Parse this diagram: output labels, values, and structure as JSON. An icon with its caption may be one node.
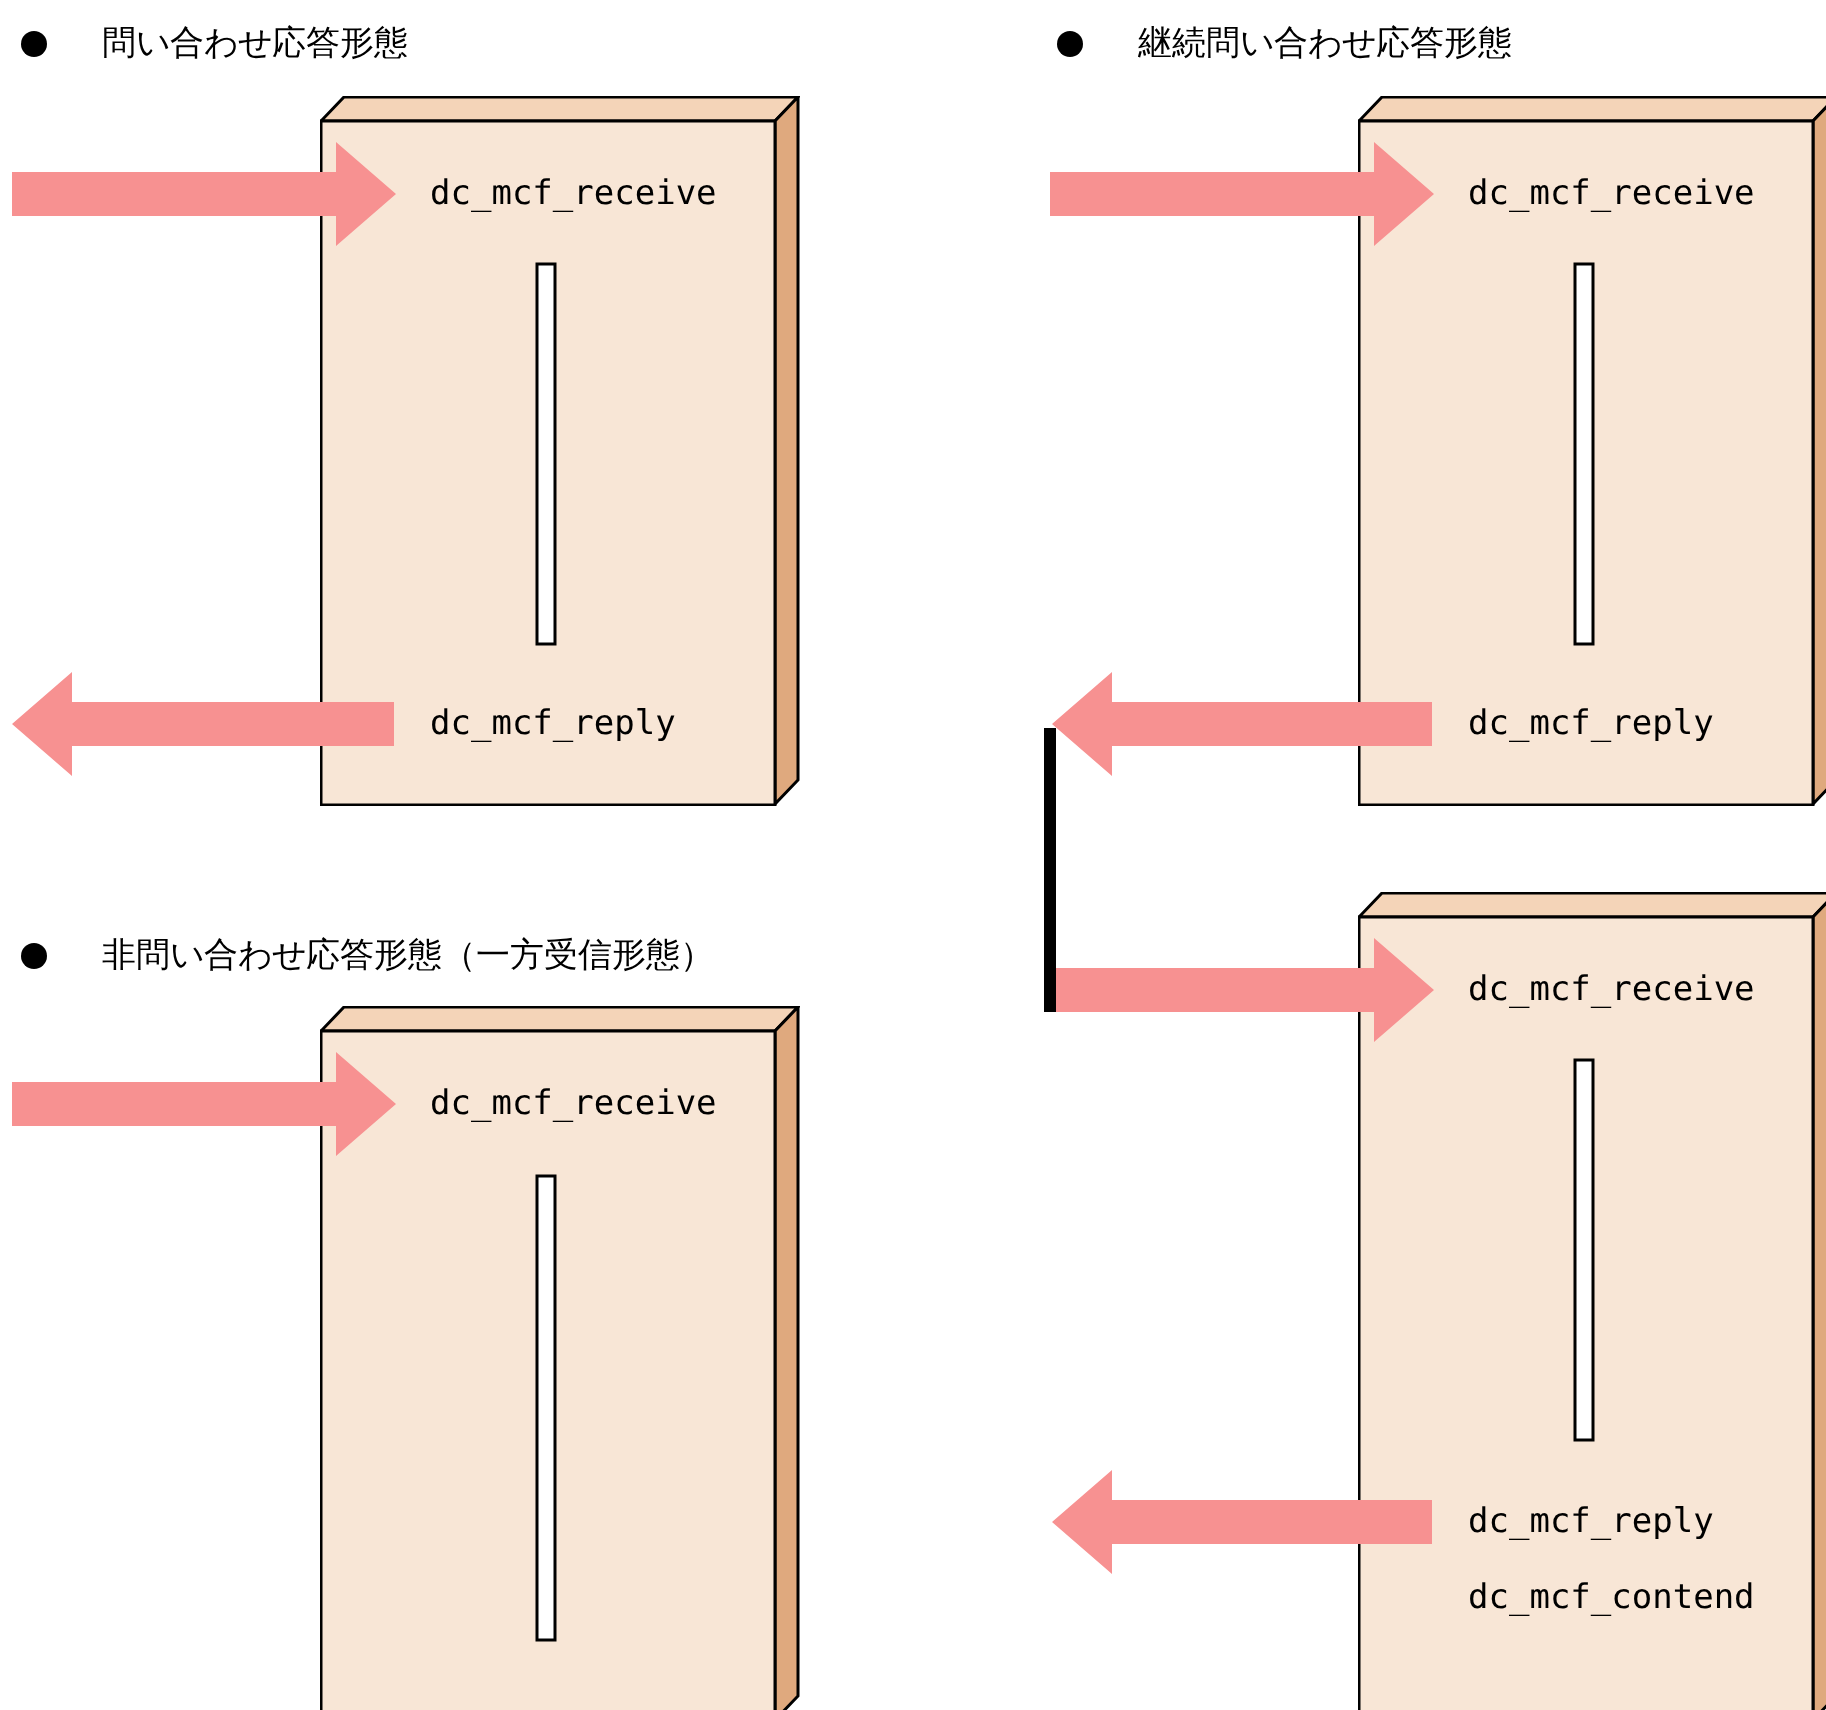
{
  "diagram": {
    "nodes": [
      {
        "text": [
          "dc_mcf_receive",
          "dc_mcf_reply"
        ]
      },
      {
        "text": [
          "dc_mcf_receive"
        ]
      },
      {
        "text": [
          "dc_mcf_receive",
          "dc_mcf_reply"
        ]
      },
      {
        "text": [
          "dc_mcf_receive",
          "dc_mcf_reply",
          "dc_mcf_contend"
        ]
      }
    ],
    "edges": [
      {
        "from": null,
        "to": 0,
        "arrow": "to"
      },
      {
        "from": 0,
        "to": null,
        "arrow": "to"
      },
      {
        "from": null,
        "to": 1,
        "arrow": "to"
      },
      {
        "from": null,
        "to": 2,
        "arrow": "to"
      },
      {
        "from": 2,
        "to": null,
        "arrow": "to"
      },
      {
        "from": null,
        "to": 3,
        "arrow": "to"
      },
      {
        "from": 3,
        "to": null,
        "arrow": "to"
      }
    ],
    "labels": [
      "問い合わせ応答形態",
      "継続問い合わせ応答形態",
      "非問い合わせ応答形態（一方受信形態）"
    ]
  }
}
